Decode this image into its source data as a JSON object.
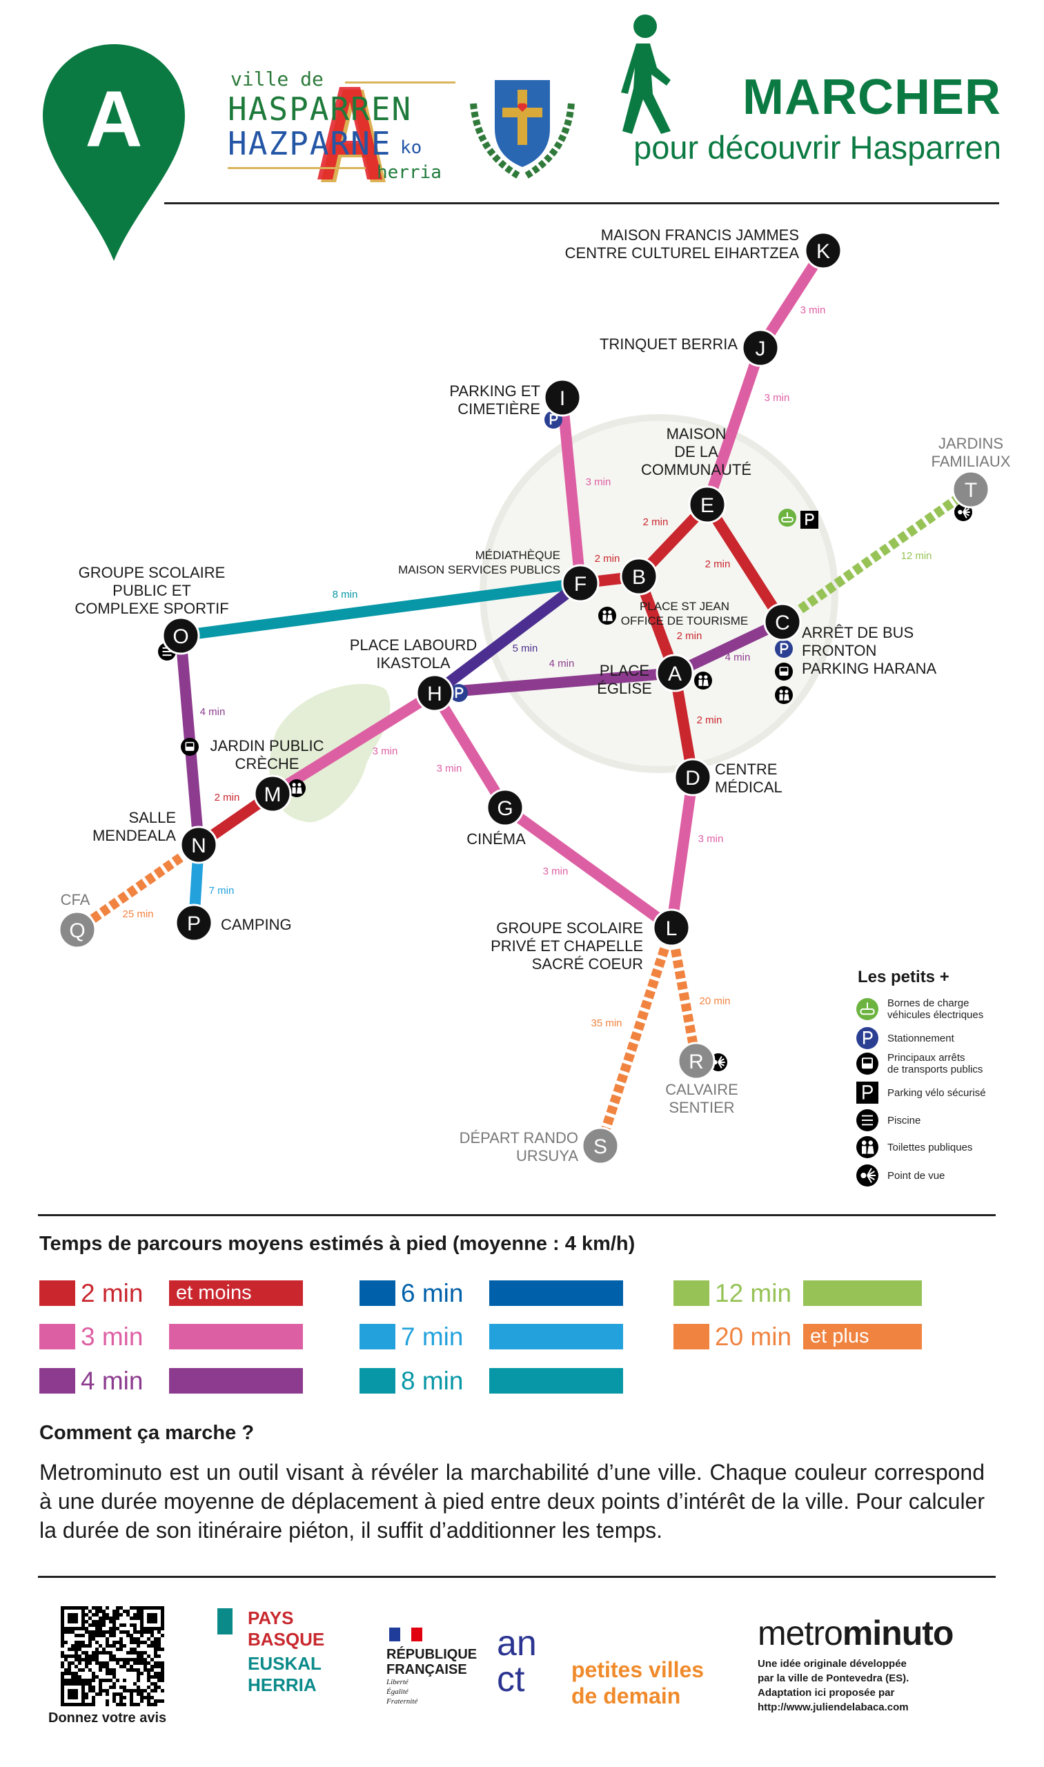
{
  "header": {
    "pin_letter": "A",
    "city_logo": {
      "line1": "ville de",
      "line2": "HASPARREN",
      "line3": "HAZPARNE",
      "suffix": "ko",
      "line4": "herria"
    },
    "title": "MARCHER",
    "subtitle": "pour découvrir Hasparren"
  },
  "colors": {
    "brand_green": "#0b7a42",
    "2": "#c9262e",
    "3": "#dd5fa3",
    "4": "#8c3b8f",
    "5": "#4b2e8f",
    "6": "#0060a9",
    "7": "#22a1dc",
    "8": "#0797a6",
    "12": "#96c256",
    "20": "#f08340",
    "node": "#111111",
    "node_far": "#8a8a8a",
    "parking": "#2a3f92"
  },
  "map": {
    "nodes": [
      {
        "id": "K",
        "label": [
          "MAISON FRANCIS JAMMES",
          "CENTRE CULTUREL EIHARTZEA"
        ]
      },
      {
        "id": "J",
        "label": [
          "TRINQUET BERRIA"
        ]
      },
      {
        "id": "I",
        "label": [
          "PARKING ET",
          "CIMETIÈRE"
        ]
      },
      {
        "id": "E",
        "label": [
          "MAISON",
          "DE LA",
          "COMMUNAUTÉ"
        ]
      },
      {
        "id": "T",
        "label": [
          "JARDINS",
          "FAMILIAUX"
        ],
        "far": true
      },
      {
        "id": "F",
        "label": [
          "MÉDIATHÈQUE",
          "MAISON SERVICES PUBLICS"
        ]
      },
      {
        "id": "B",
        "label": [
          "PLACE ST JEAN",
          "OFFICE DE TOURISME"
        ]
      },
      {
        "id": "C",
        "label": [
          "ARRÊT DE BUS",
          "FRONTON",
          "PARKING HARANA"
        ]
      },
      {
        "id": "A",
        "label": [
          "PLACE",
          "ÉGLISE"
        ]
      },
      {
        "id": "H",
        "label": [
          "PLACE LABOURD",
          "IKASTOLA"
        ]
      },
      {
        "id": "O",
        "label": [
          "GROUPE SCOLAIRE",
          "PUBLIC ET",
          "COMPLEXE SPORTIF"
        ]
      },
      {
        "id": "M",
        "label": [
          "JARDIN PUBLIC",
          "CRÈCHE"
        ]
      },
      {
        "id": "N",
        "label": [
          "SALLE",
          "MENDEALA"
        ]
      },
      {
        "id": "P",
        "label": [
          "CAMPING"
        ]
      },
      {
        "id": "Q",
        "label": [
          "CFA"
        ],
        "far": true
      },
      {
        "id": "G",
        "label": [
          "CINÉMA"
        ]
      },
      {
        "id": "D",
        "label": [
          "CENTRE",
          "MÉDICAL"
        ]
      },
      {
        "id": "L",
        "label": [
          "GROUPE SCOLAIRE",
          "PRIVÉ ET CHAPELLE",
          "SACRÉ COEUR"
        ]
      },
      {
        "id": "R",
        "label": [
          "CALVAIRE",
          "SENTIER"
        ],
        "far": true
      },
      {
        "id": "S",
        "label": [
          "DÉPART RANDO",
          "URSUYA"
        ],
        "far": true
      }
    ],
    "edges": [
      {
        "from": "K",
        "to": "J",
        "label": "3 min",
        "cat": "3"
      },
      {
        "from": "J",
        "to": "E",
        "label": "3 min",
        "cat": "3"
      },
      {
        "from": "I",
        "to": "F",
        "label": "3 min",
        "cat": "3"
      },
      {
        "from": "E",
        "to": "B",
        "label": "2 min",
        "cat": "2"
      },
      {
        "from": "F",
        "to": "B",
        "label": "2 min",
        "cat": "2"
      },
      {
        "from": "E",
        "to": "C",
        "label": "2 min",
        "cat": "2"
      },
      {
        "from": "B",
        "to": "A",
        "label": "2 min",
        "cat": "2"
      },
      {
        "from": "C",
        "to": "A",
        "label": "4 min",
        "cat": "4"
      },
      {
        "from": "C",
        "to": "T",
        "label": "12 min",
        "cat": "12",
        "dashed": true
      },
      {
        "from": "F",
        "to": "O",
        "label": "8 min",
        "cat": "8"
      },
      {
        "from": "F",
        "to": "H",
        "label": "5 min",
        "cat": "5"
      },
      {
        "from": "H",
        "to": "A",
        "label": "4 min",
        "cat": "4"
      },
      {
        "from": "A",
        "to": "D",
        "label": "2 min",
        "cat": "2"
      },
      {
        "from": "H",
        "to": "M",
        "label": "3 min",
        "cat": "3"
      },
      {
        "from": "H",
        "to": "G",
        "label": "3 min",
        "cat": "3"
      },
      {
        "from": "D",
        "to": "L",
        "label": "3 min",
        "cat": "3"
      },
      {
        "from": "G",
        "to": "L",
        "label": "3 min",
        "cat": "3"
      },
      {
        "from": "O",
        "to": "N",
        "label": "4 min",
        "cat": "4"
      },
      {
        "from": "M",
        "to": "N",
        "label": "2 min",
        "cat": "2"
      },
      {
        "from": "N",
        "to": "P",
        "label": "7 min",
        "cat": "7"
      },
      {
        "from": "N",
        "to": "Q",
        "label": "25 min",
        "cat": "20",
        "dashed": true
      },
      {
        "from": "L",
        "to": "R",
        "label": "20 min",
        "cat": "20",
        "dashed": true
      },
      {
        "from": "L",
        "to": "S",
        "label": "35 min",
        "cat": "20",
        "dashed": true
      }
    ]
  },
  "petits_plus": {
    "title": "Les petits +",
    "items": [
      {
        "icon": "ev-charging-icon",
        "label": [
          "Bornes de charge",
          "véhicules électriques"
        ]
      },
      {
        "icon": "parking-icon",
        "label": [
          "Stationnement"
        ]
      },
      {
        "icon": "bus-icon",
        "label": [
          "Principaux arrêts",
          "de transports publics"
        ]
      },
      {
        "icon": "bike-parking-icon",
        "label": [
          "Parking vélo sécurisé"
        ]
      },
      {
        "icon": "pool-icon",
        "label": [
          "Piscine"
        ]
      },
      {
        "icon": "toilets-icon",
        "label": [
          "Toilettes publiques"
        ]
      },
      {
        "icon": "viewpoint-icon",
        "label": [
          "Point de vue"
        ]
      }
    ]
  },
  "times": {
    "title": "Temps de parcours moyens estimés à pied (moyenne : 4 km/h)",
    "items": [
      {
        "cat": "2",
        "label": "2 min",
        "extra": "et moins"
      },
      {
        "cat": "3",
        "label": "3 min",
        "extra": ""
      },
      {
        "cat": "4",
        "label": "4 min",
        "extra": ""
      },
      {
        "cat": "6",
        "label": "6 min",
        "extra": ""
      },
      {
        "cat": "7",
        "label": "7 min",
        "extra": ""
      },
      {
        "cat": "8",
        "label": "8 min",
        "extra": ""
      },
      {
        "cat": "12",
        "label": "12 min",
        "extra": ""
      },
      {
        "cat": "20",
        "label": "20 min",
        "extra": "et plus"
      }
    ]
  },
  "how": {
    "title": "Comment ça marche ?",
    "text": "Metrominuto est un outil visant à révéler la marchabilité d’une ville. Chaque couleur correspond à une durée moyenne de déplacement à pied entre deux points d’intérêt de la ville. Pour calculer la durée de son itinéraire piéton, il suffit d’additionner les temps."
  },
  "footer": {
    "qr_caption": "Donnez votre avis",
    "pays_basque": [
      "PAYS",
      "BASQUE",
      "EUSKAL",
      "HERRIA"
    ],
    "republique": [
      "RÉPUBLIQUE",
      "FRANÇAISE",
      "Liberté",
      "Égalité",
      "Fraternité"
    ],
    "anct": {
      "mark": "an ct",
      "text1": "petites villes",
      "text2": "de demain"
    },
    "metrominuto": {
      "logo_a": "metro",
      "logo_b": "minuto",
      "lines": [
        "Une idée originale développée",
        "par la ville de Pontevedra (ES).",
        "Adaptation ici proposée par",
        "http://www.juliendelabaca.com"
      ]
    }
  }
}
